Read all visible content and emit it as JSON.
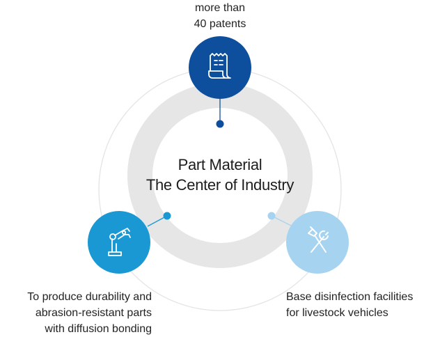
{
  "center": {
    "line1": "Part Material",
    "line2": "The Center of Industry"
  },
  "nodes": {
    "patents": {
      "icon": "document-receipt-icon",
      "caption": [
        "more than",
        "40 patents"
      ],
      "color": "#0d4f9c"
    },
    "bonding": {
      "icon": "robot-arm-icon",
      "caption": [
        "To produce durability and",
        "abrasion-resistant parts",
        "with diffusion bonding"
      ],
      "color": "#1a98d4"
    },
    "disinfection": {
      "icon": "hammer-wrench-icon",
      "caption": [
        "Base disinfection facilities",
        "for livestock vehicles"
      ],
      "color": "#a6d3f0"
    }
  },
  "colors": {
    "ring": "#e6e6e6",
    "outer_circle": "#e4e4e4"
  }
}
